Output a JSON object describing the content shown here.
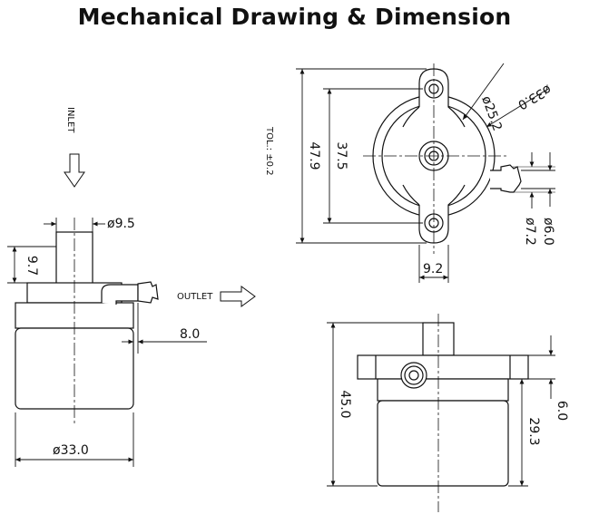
{
  "title": "Mechanical Drawing & Dimension",
  "labels": {
    "inlet": "INLET",
    "outlet": "OUTLET",
    "tolerance": "TOL.: ±0.2"
  },
  "side_view": {
    "inlet_diameter": "ø9.5",
    "inlet_height": "9.7",
    "outlet_offset": "8.0",
    "body_diameter": "ø33.0"
  },
  "top_view": {
    "height_total": "47.9",
    "height_holes": "37.5",
    "outer_diameter": "ø33.0",
    "inner_diameter": "ø25.2",
    "outlet_outer": "ø7.2",
    "outlet_inner": "ø6.0",
    "hole_width": "9.2"
  },
  "front_view": {
    "height_total": "45.0",
    "body_height": "29.3",
    "flange_thickness": "6.0"
  }
}
